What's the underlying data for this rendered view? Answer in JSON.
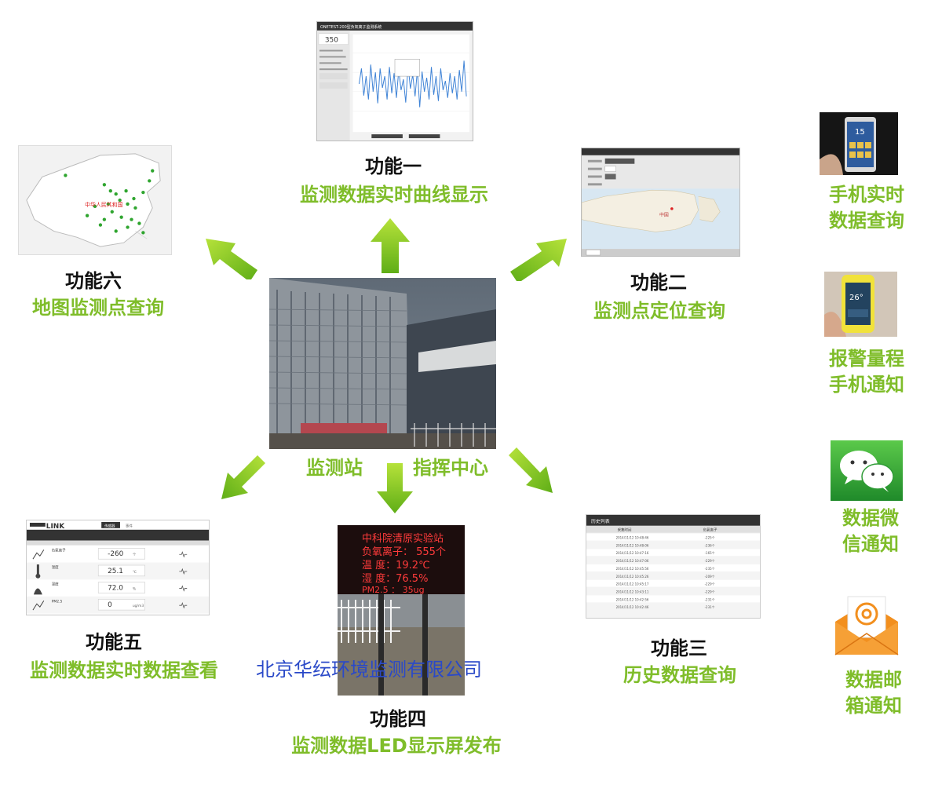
{
  "functions": {
    "f1": {
      "title": "功能一",
      "sub": "监测数据实时曲线显示"
    },
    "f2": {
      "title": "功能二",
      "sub": "监测点定位查询"
    },
    "f3": {
      "title": "功能三",
      "sub": "历史数据查询"
    },
    "f4": {
      "title": "功能四",
      "sub": "监测数据LED显示屏发布"
    },
    "f5": {
      "title": "功能五",
      "sub": "监测数据实时数据查看"
    },
    "f6": {
      "title": "功能六",
      "sub": "地图监测点查询"
    }
  },
  "center": {
    "station": "监测站",
    "command": "指挥中心"
  },
  "company": "北京华纭环境监测有限公司",
  "side": {
    "phone_query": {
      "l1": "手机实时",
      "l2": "数据查询"
    },
    "phone_alarm": {
      "l1": "报警量程",
      "l2": "手机通知"
    },
    "wechat": {
      "l1": "数据微",
      "l2": "信通知"
    },
    "email": {
      "l1": "数据邮",
      "l2": "箱通知"
    }
  },
  "screens": {
    "f1": {
      "header": "ONETEST-200型负氧离子监测系统",
      "value": "350"
    },
    "f5": {
      "logo": "LINK",
      "tabs": [
        "传感器",
        "事件"
      ],
      "rows": [
        {
          "name": "负氧离子",
          "value": "-260",
          "unit": "个"
        },
        {
          "name": "温度",
          "value": "25.1",
          "unit": "℃"
        },
        {
          "name": "湿度",
          "value": "72.0",
          "unit": "%"
        },
        {
          "name": "PM2.5",
          "value": "0",
          "unit": "ug/m3"
        }
      ]
    },
    "f4": {
      "lines": [
        "中科院清原实验站",
        "负氧离子：  555个",
        "温    度：19.2℃",
        "湿    度：76.5%",
        "PM2.5  ：   35ug"
      ]
    },
    "f3": {
      "title": "历史列表",
      "cols": [
        "采集时间",
        "负氧离子"
      ],
      "rows": [
        [
          "2014/11/12 10:48:46",
          "-225个"
        ],
        [
          "2014/11/12 10:48:06",
          "-236个"
        ],
        [
          "2014/11/12 10:47:16",
          "-165个"
        ],
        [
          "2014/11/12 10:47:06",
          "-229个"
        ],
        [
          "2014/11/12 10:45:56",
          "-235个"
        ],
        [
          "2014/11/12 10:45:26",
          "-209个"
        ],
        [
          "2014/11/12 10:45:17",
          "-229个"
        ],
        [
          "2014/11/12 10:43:11",
          "-229个"
        ],
        [
          "2014/11/12 10:42:56",
          "-231个"
        ],
        [
          "2014/11/12 10:42:46",
          "-231个"
        ]
      ]
    },
    "f2": {
      "map_label": "中国"
    },
    "f6": {
      "map_label": "中华人民共和国"
    }
  },
  "phone_time": "15",
  "phone_temp": "26°"
}
